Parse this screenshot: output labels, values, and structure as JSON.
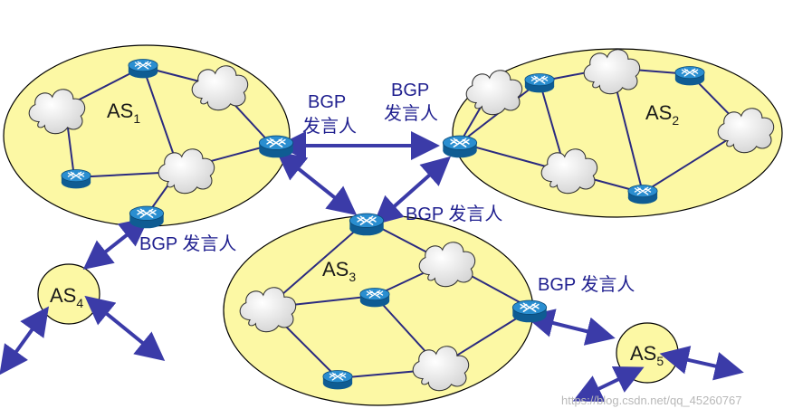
{
  "autonomous_systems": [
    {
      "id": "as1",
      "prefix": "AS",
      "subscript": "1"
    },
    {
      "id": "as2",
      "prefix": "AS",
      "subscript": "2"
    },
    {
      "id": "as3",
      "prefix": "AS",
      "subscript": "3"
    },
    {
      "id": "as4",
      "prefix": "AS",
      "subscript": "4"
    },
    {
      "id": "as5",
      "prefix": "AS",
      "subscript": "5"
    }
  ],
  "labels": {
    "speaker_bgp": "BGP",
    "speaker_cn": "发言人",
    "speaker_full": "BGP 发言人"
  },
  "watermark": "https://blog.csdn.net/qq_45260767",
  "colors": {
    "as_fill": "#fcf8a4",
    "as_stroke": "#000000",
    "link": "#2b2b80",
    "arrow": "#3b3ba8",
    "router_top": "#2a8ed0",
    "router_side": "#0f5c93",
    "label_text": "#1f1f8f"
  },
  "icons": [
    "router-icon",
    "network-cloud-icon",
    "double-arrow-icon"
  ]
}
